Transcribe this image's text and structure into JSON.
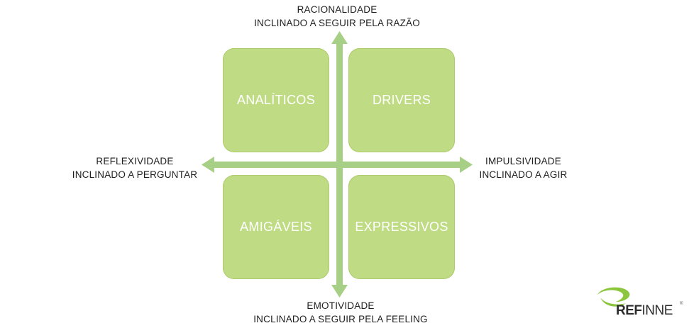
{
  "axes": {
    "top": {
      "line1": "RACIONALIDADE",
      "line2": "INCLINADO A SEGUIR PELA RAZÃO"
    },
    "bottom": {
      "line1": "EMOTIVIDADE",
      "line2": "INCLINADO A SEGUIR PELA FEELING"
    },
    "left": {
      "line1": "REFLEXIVIDADE",
      "line2": "INCLINADO A PERGUNTAR"
    },
    "right": {
      "line1": "IMPULSIVIDADE",
      "line2": "INCLINADO A AGIR"
    }
  },
  "quadrants": {
    "top_left": "ANALÍTICOS",
    "top_right": "DRIVERS",
    "bottom_left": "AMIGÁVEIS",
    "bottom_right": "EXPRESSIVOS"
  },
  "logo": {
    "bold": "REF",
    "light": "INNE",
    "trademark": "®"
  },
  "colors": {
    "quadrant_fill": "#bfdb83",
    "quadrant_text": "#ffffff",
    "arrow": "#a7cf86",
    "logo_green": "#8cc63f",
    "label_text": "#1f1f1f"
  },
  "icons": {
    "logo": "refinne-swoosh-logo"
  }
}
